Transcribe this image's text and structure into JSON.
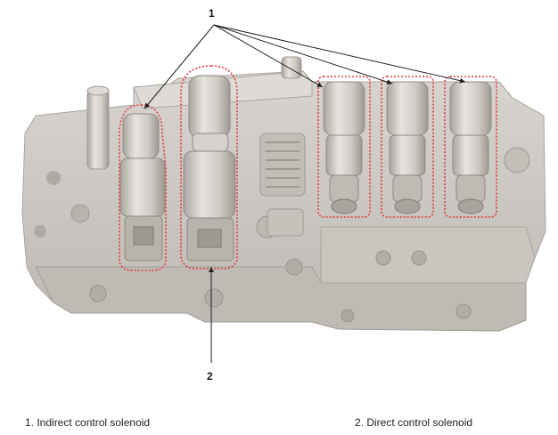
{
  "callouts": {
    "indirect_number": "1",
    "direct_number": "2"
  },
  "legend": {
    "item1": "1. Indirect control solenoid",
    "item2": "2. Direct control solenoid"
  },
  "colors": {
    "body": "#cfcbc6",
    "body_shadow": "#b7b2ac",
    "body_dark": "#9d9891",
    "highlight_outline": "#e23a3a",
    "leader_line": "#222222"
  }
}
